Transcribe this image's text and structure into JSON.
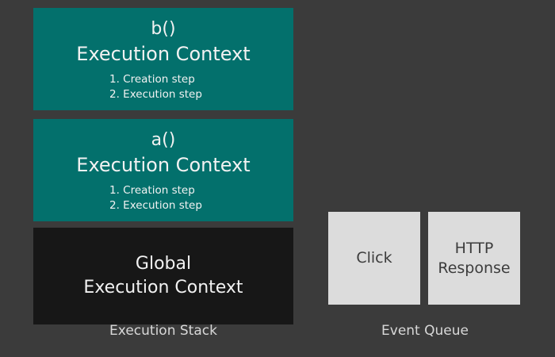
{
  "theme": {
    "background": "#3b3b3b",
    "context_fill": "#03706c",
    "global_fill": "#171717",
    "event_fill": "#dcdcdc",
    "light_text": "#f2f2f2",
    "caption_text": "#d8d8d8",
    "event_text": "#3c3c3c"
  },
  "execution_stack": {
    "caption": "Execution Stack",
    "frames": [
      {
        "function": "b()",
        "title": "Execution Context",
        "steps": [
          "1. Creation step",
          "2. Execution step"
        ],
        "kind": "context"
      },
      {
        "function": "a()",
        "title": "Execution Context",
        "steps": [
          "1. Creation step",
          "2. Execution step"
        ],
        "kind": "context"
      },
      {
        "scope": "Global",
        "title": "Execution Context",
        "kind": "global"
      }
    ]
  },
  "event_queue": {
    "caption": "Event Queue",
    "events": [
      {
        "label": "Click"
      },
      {
        "label": "HTTP\nResponse",
        "line1": "HTTP",
        "line2": "Response"
      }
    ]
  }
}
